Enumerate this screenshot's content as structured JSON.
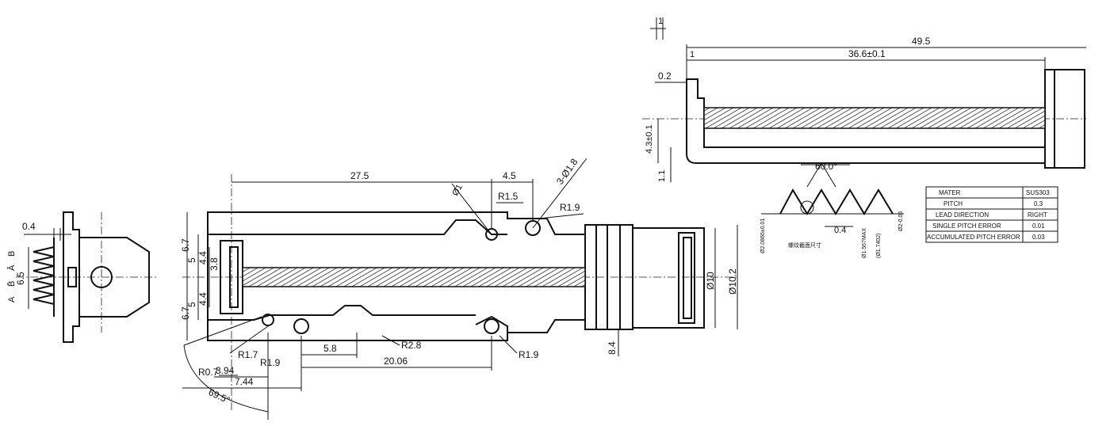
{
  "colors": {
    "ink": "#111111",
    "paper": "#ffffff"
  },
  "end_view": {
    "dim_width": "0.4",
    "dim_height": "6.5",
    "phase_labels": [
      "A",
      "B̄",
      "Ā",
      "B"
    ]
  },
  "front_view": {
    "dims": {
      "len_27_5": "27.5",
      "len_4_5": "4.5",
      "holes_3_d1_8": "3-Ø1.8",
      "d1": "Ø1",
      "r1_5": "R1.5",
      "r1_9_top": "R1.9",
      "h6_7_top": "6.7",
      "h5_top": "5",
      "h4_4_top": "4.4",
      "h3_8": "3.8",
      "h5_bottom": "5",
      "h4_4_bottom": "4.4",
      "h6_7_bottom": "6.7",
      "d10": "Ø10",
      "d10_2": "Ø10.2",
      "h8_4": "8.4",
      "r2_8": "R2.8",
      "r1_9_bottom": "R1.9",
      "len_5_8": "5.8",
      "len_20_06": "20.06",
      "r1_7": "R1.7",
      "r1_9_mid": "R1.9",
      "r0_7": "R0.7",
      "len_3_94": "3.94",
      "len_7_44": "7.44",
      "angle_69_5": "69.5°"
    }
  },
  "top_view": {
    "dims": {
      "t1": "1",
      "len_49_5": "49.5",
      "len_1": "1",
      "len_36_6": "36.6±0.1",
      "d0_2": "0.2",
      "h4_3": "4.3±0.1",
      "h1_1": "1.1"
    }
  },
  "thread_detail": {
    "angle": "60.0°",
    "major_dia": "Ø2.0866±0.01",
    "pitch": "0.4",
    "pitch_dia": "Ø1.567MAX",
    "minor_dia": "(Ø1.7402)",
    "outer_dia": "Ø2-0.05",
    "caption": "螺纹截面尺寸"
  },
  "spec_table": {
    "rows": [
      [
        "MATER",
        "SUS303"
      ],
      [
        "PITCH",
        "0.3"
      ],
      [
        "LEAD DIRECTION",
        "RIGHT"
      ],
      [
        "SINGLE PITCH ERROR",
        "0.01"
      ],
      [
        "ACCUMULATED PITCH ERROR",
        "0.03"
      ]
    ]
  }
}
